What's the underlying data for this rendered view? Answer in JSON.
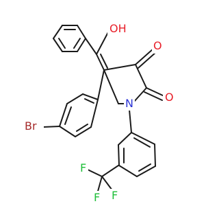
{
  "structure": {
    "colors": {
      "bond": "#1a1a1a",
      "oxygen": "#e8202a",
      "nitrogen": "#2b34d6",
      "bromine": "#a52a2a",
      "fluorine": "#1fbf3a",
      "carbon": "#1a1a1a"
    },
    "labels": {
      "hydroxyl": "OH",
      "ketone_oxygen": "O",
      "amide_oxygen": "O",
      "nitrogen": "N",
      "bromine": "Br",
      "fluorine_1": "F",
      "fluorine_2": "F",
      "fluorine_3": "F"
    }
  }
}
